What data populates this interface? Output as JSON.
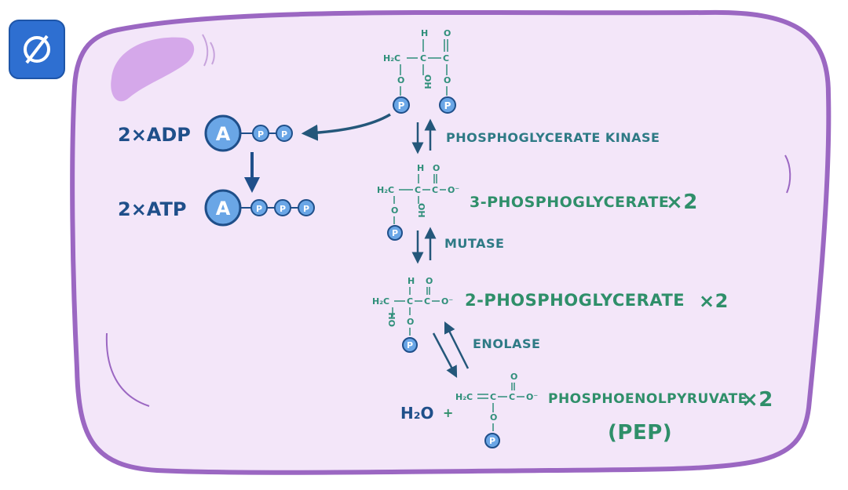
{
  "colors": {
    "cell_fill": "#f3e6f9",
    "cell_stroke": "#9b67c2",
    "badge": "#2e6fd1",
    "phosphate": "#6aa6e6",
    "atp_ring": "#1f4f8a",
    "arrow": "#24577a",
    "chem": "#2f8f7a",
    "enzyme": "#2e7a85",
    "compound": "#2f8f6a"
  },
  "toolbar": {
    "badge_icon": "empty-set-icon",
    "badge_symbol": "ø"
  },
  "energy": {
    "adp_label": "2×ADP",
    "atp_label": "2×ATP",
    "adenosine": "A",
    "phosphate": "P"
  },
  "molecules": {
    "top": {
      "h": "H",
      "o_dbl": "O",
      "h2c": "H₂C",
      "oh": "OH"
    },
    "pg3": {
      "h": "H",
      "o_dbl": "O",
      "h2c": "H₂C",
      "oh": "OH",
      "o_minus": "O⁻",
      "name": "3-PHOSPHOGLYCERATE",
      "mult": "×2"
    },
    "pg2": {
      "h": "H",
      "o_dbl": "O",
      "h2c": "H₂C",
      "oh": "OH",
      "o_minus": "O⁻",
      "name": "2-PHOSPHOGLYCERATE",
      "mult": "×2"
    },
    "pep": {
      "o_dbl": "O",
      "h2c": "H₂C",
      "o_minus": "O⁻",
      "name": "PHOSPHOENOLPYRUVATE",
      "mult": "×2",
      "abbrev": "(PEP)"
    }
  },
  "enzymes": {
    "kinase": "PHOSPHOGLYCERATE KINASE",
    "mutase": "MUTASE",
    "enolase": "ENOLASE"
  },
  "byproduct": {
    "water": "H₂O",
    "plus": "+"
  }
}
